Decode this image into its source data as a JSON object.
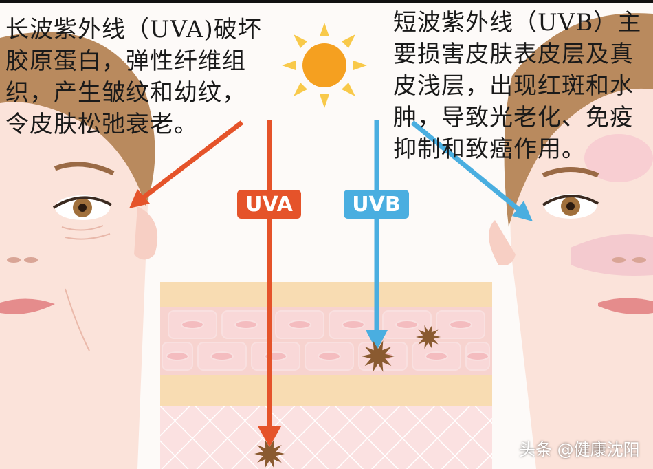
{
  "captions": {
    "uva": "长波紫外线（UVA)破坏胶原蛋白，弹性纤维组织，产生皱纹和幼纹， 令皮肤松弛衰老。",
    "uvb": "短波紫外线（UVB）主要损害皮肤表皮层及真皮浅层，出现红斑和水肿，导致光老化、免疫抑制和致癌作用。"
  },
  "labels": {
    "uva": "UVA",
    "uvb": "UVB"
  },
  "watermark": "头条 @健康沈阳",
  "colors": {
    "uva": "#e5532a",
    "uvb": "#4aaee0",
    "sun": "#f5a020",
    "sun_rays": "#f8c94a",
    "hair": "#b98a5e",
    "skin": "#fbe3da"
  }
}
